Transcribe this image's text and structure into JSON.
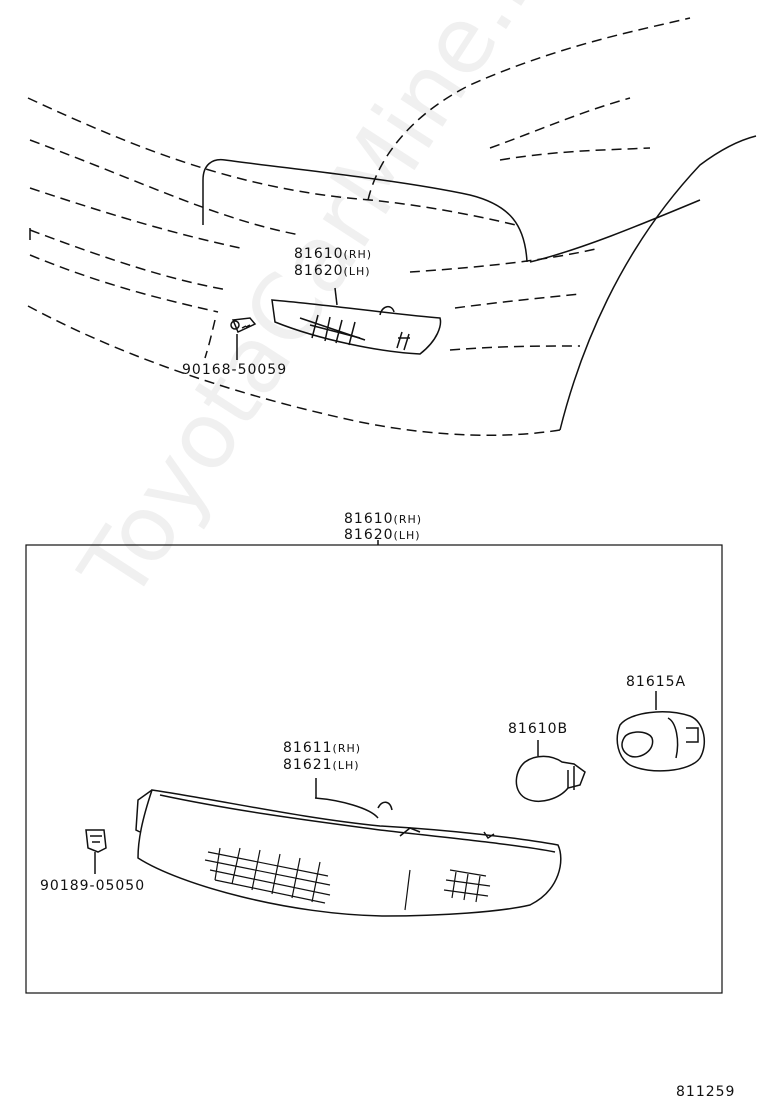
{
  "watermark": "ToyotaCarMine.ru",
  "diagram_code": "811259",
  "top_view": {
    "lamp_part_rh": "81610",
    "lamp_side_rh": "(RH)",
    "lamp_part_lh": "81620",
    "lamp_side_lh": "(LH)",
    "screw_part": "90168-50059"
  },
  "detail": {
    "assy_part_rh": "81610",
    "assy_side_rh": "(RH)",
    "assy_part_lh": "81620",
    "assy_side_lh": "(LH)",
    "lens_part_rh": "81611",
    "lens_side_rh": "(RH)",
    "lens_part_lh": "81621",
    "lens_side_lh": "(LH)",
    "bulb_part": "81610B",
    "socket_part": "81615A",
    "clip_part": "90189-05050"
  }
}
